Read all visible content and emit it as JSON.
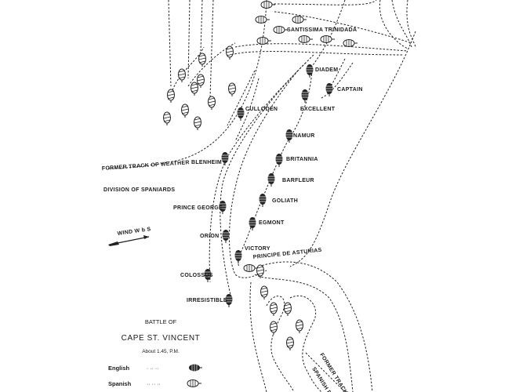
{
  "map": {
    "ships_labels": {
      "santissima_trinidada": "SANTISSIMA   TRINIDADA",
      "diadem": "DIADEM",
      "captain": "CAPTAIN",
      "excellent": "EXCELLENT",
      "culloden": "CULLODEN",
      "namur": "NAMUR",
      "blenheim": "BLENHEIM",
      "britannia": "BRITANNIA",
      "barfleur": "BARFLEUR",
      "goliath": "GOLIATH",
      "prince_george": "PRINCE GEORGE",
      "egmont": "EGMONT",
      "orion": "ORION",
      "victory": "VICTORY",
      "principe_de_asturias": "PRINCIPE DE ASTURIAS",
      "colossus": "COLOSSUS",
      "irresistible": "IRRESISTIBLE"
    },
    "annotations": {
      "former_track_weather": "FORMER TRACK OF WEATHER",
      "division_spaniards": "DIVISION OF SPANIARDS",
      "wind": "WIND W b S",
      "former_track_lower": "FORMER   TRACK   O",
      "spanish_lower": "SPANISH  D"
    }
  },
  "legend": {
    "title_line1": "BATTLE OF",
    "title_line2": "CAPE ST. VINCENT",
    "time": "About 1.45, P.M.",
    "english": "English",
    "english_dots": "·   ··   ··",
    "spanish": "Spanish",
    "spanish_dots": "··   ··   ··"
  }
}
